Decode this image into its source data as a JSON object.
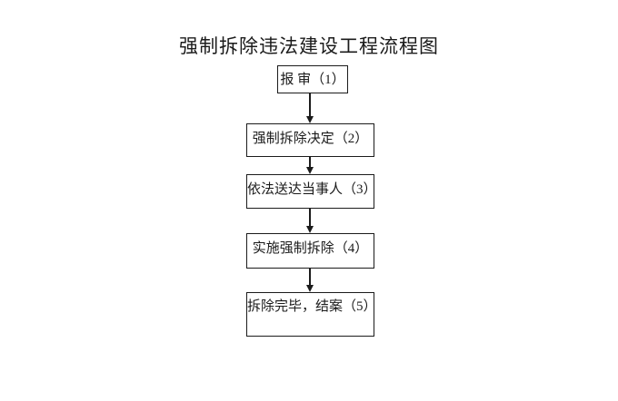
{
  "title": "强制拆除违法建设工程流程图",
  "flowchart": {
    "type": "vertical-process-flow",
    "connector": "solid-down-arrow",
    "nodes": [
      {
        "step": 1,
        "label": "报 审（1）"
      },
      {
        "step": 2,
        "label": "强制拆除决定（2）"
      },
      {
        "step": 3,
        "label": "依法送达当事人（3）"
      },
      {
        "step": 4,
        "label": "实施强制拆除（4）"
      },
      {
        "step": 5,
        "label": "拆除完毕，结案（5）"
      }
    ],
    "colors": {
      "background": "#ffffff",
      "line": "#1b1b1b",
      "text": "#1b1b1b"
    }
  }
}
